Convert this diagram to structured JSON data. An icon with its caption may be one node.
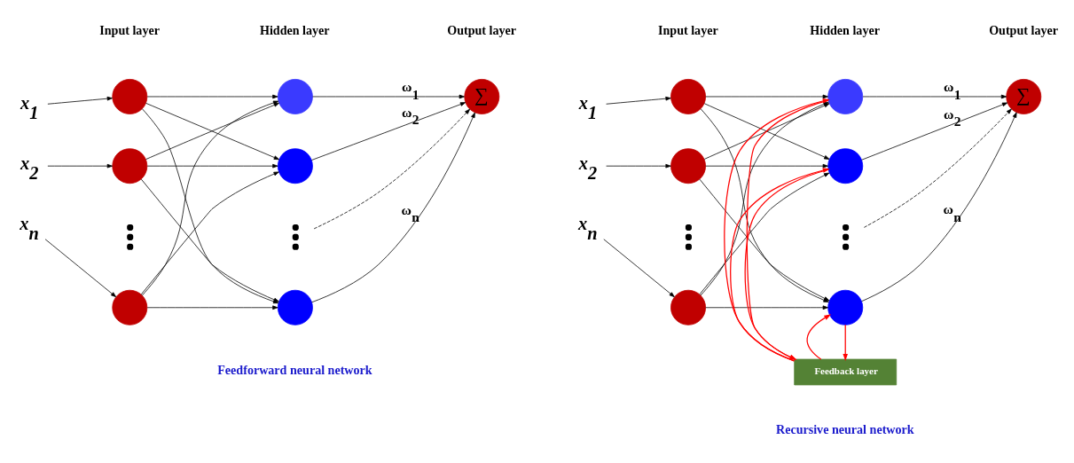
{
  "diagram": {
    "nodes": [
      {
        "text": [
          "x$_{1}$"
        ]
      },
      {
        "text": [
          "x$_{2}$"
        ]
      },
      {
        "text": [
          "x$_{n}$"
        ]
      },
      {
        "text": [],
        "shape": "circle"
      },
      {
        "text": [],
        "shape": "circle"
      },
      {
        "text": [],
        "shape": "dots"
      },
      {
        "text": [],
        "shape": "circle"
      },
      {
        "text": [],
        "shape": "circle"
      },
      {
        "text": [],
        "shape": "circle"
      },
      {
        "text": [],
        "shape": "dots"
      },
      {
        "text": [],
        "shape": "circle"
      },
      {
        "text": [
          "∑"
        ]
      },
      {
        "text": [
          "x$_{1}$"
        ]
      },
      {
        "text": [
          "x$_{2}$"
        ]
      },
      {
        "text": [
          "x$_{n}$"
        ]
      },
      {
        "text": [],
        "shape": "circle"
      },
      {
        "text": [],
        "shape": "circle"
      },
      {
        "text": [],
        "shape": "dots"
      },
      {
        "text": [],
        "shape": "circle"
      },
      {
        "text": [],
        "shape": "circle"
      },
      {
        "text": [],
        "shape": "circle"
      },
      {
        "text": [],
        "shape": "dots"
      },
      {
        "text": [],
        "shape": "circle"
      },
      {
        "text": [
          "∑"
        ]
      },
      {
        "text": [
          "Feedback layer"
        ]
      }
    ],
    "edges": [
      {
        "from": 0,
        "to": 3,
        "arrow": "to"
      },
      {
        "from": 1,
        "to": 4,
        "arrow": "to"
      },
      {
        "from": 2,
        "to": 6,
        "arrow": "to"
      },
      {
        "from": 3,
        "to": 7,
        "arrow": "to"
      },
      {
        "from": 3,
        "to": 8,
        "arrow": "to"
      },
      {
        "from": 3,
        "to": 10,
        "arrow": "to"
      },
      {
        "from": 4,
        "to": 7,
        "arrow": "to"
      },
      {
        "from": 4,
        "to": 8,
        "arrow": "to"
      },
      {
        "from": 4,
        "to": 10,
        "arrow": "to"
      },
      {
        "from": 6,
        "to": 7,
        "arrow": "to"
      },
      {
        "from": 6,
        "to": 8,
        "arrow": "to"
      },
      {
        "from": 6,
        "to": 10,
        "arrow": "to"
      },
      {
        "from": 7,
        "to": 11,
        "arrow": "to",
        "label": "ω$_{1}$"
      },
      {
        "from": 8,
        "to": 11,
        "arrow": "to",
        "label": "ω$_{2}$"
      },
      {
        "from": 9,
        "to": 11,
        "arrow": "to",
        "style": "dashed"
      },
      {
        "from": 10,
        "to": 11,
        "arrow": "to",
        "label": "ω$_{n}$"
      },
      {
        "from": 12,
        "to": 15,
        "arrow": "to"
      },
      {
        "from": 13,
        "to": 16,
        "arrow": "to"
      },
      {
        "from": 14,
        "to": 18,
        "arrow": "to"
      },
      {
        "from": 15,
        "to": 19,
        "arrow": "to"
      },
      {
        "from": 15,
        "to": 20,
        "arrow": "to"
      },
      {
        "from": 15,
        "to": 22,
        "arrow": "to"
      },
      {
        "from": 16,
        "to": 19,
        "arrow": "to"
      },
      {
        "from": 16,
        "to": 20,
        "arrow": "to"
      },
      {
        "from": 16,
        "to": 22,
        "arrow": "to"
      },
      {
        "from": 18,
        "to": 19,
        "arrow": "to"
      },
      {
        "from": 18,
        "to": 20,
        "arrow": "to"
      },
      {
        "from": 18,
        "to": 22,
        "arrow": "to"
      },
      {
        "from": 19,
        "to": 23,
        "arrow": "to",
        "label": "ω$_{1}$"
      },
      {
        "from": 20,
        "to": 23,
        "arrow": "to",
        "label": "ω$_{2}$"
      },
      {
        "from": 21,
        "to": 23,
        "arrow": "to",
        "style": "dashed"
      },
      {
        "from": 22,
        "to": 23,
        "arrow": "to",
        "label": "ω$_{n}$"
      },
      {
        "from": 19,
        "to": 24,
        "arrow": "to",
        "color": "#ff0000"
      },
      {
        "from": 20,
        "to": 24,
        "arrow": "to",
        "color": "#ff0000"
      },
      {
        "from": 22,
        "to": 24,
        "arrow": "to",
        "color": "#ff0000"
      },
      {
        "from": 24,
        "to": 19,
        "arrow": "to",
        "color": "#ff0000"
      },
      {
        "from": 24,
        "to": 20,
        "arrow": "to",
        "color": "#ff0000"
      },
      {
        "from": 24,
        "to": 22,
        "arrow": "to",
        "color": "#ff0000"
      }
    ],
    "labels": [
      "Input layer",
      "Hidden layer",
      "Output layer",
      "Input layer",
      "Hidden layer",
      "Output layer",
      "Feedforward neural network",
      "Recursive neural network"
    ]
  }
}
